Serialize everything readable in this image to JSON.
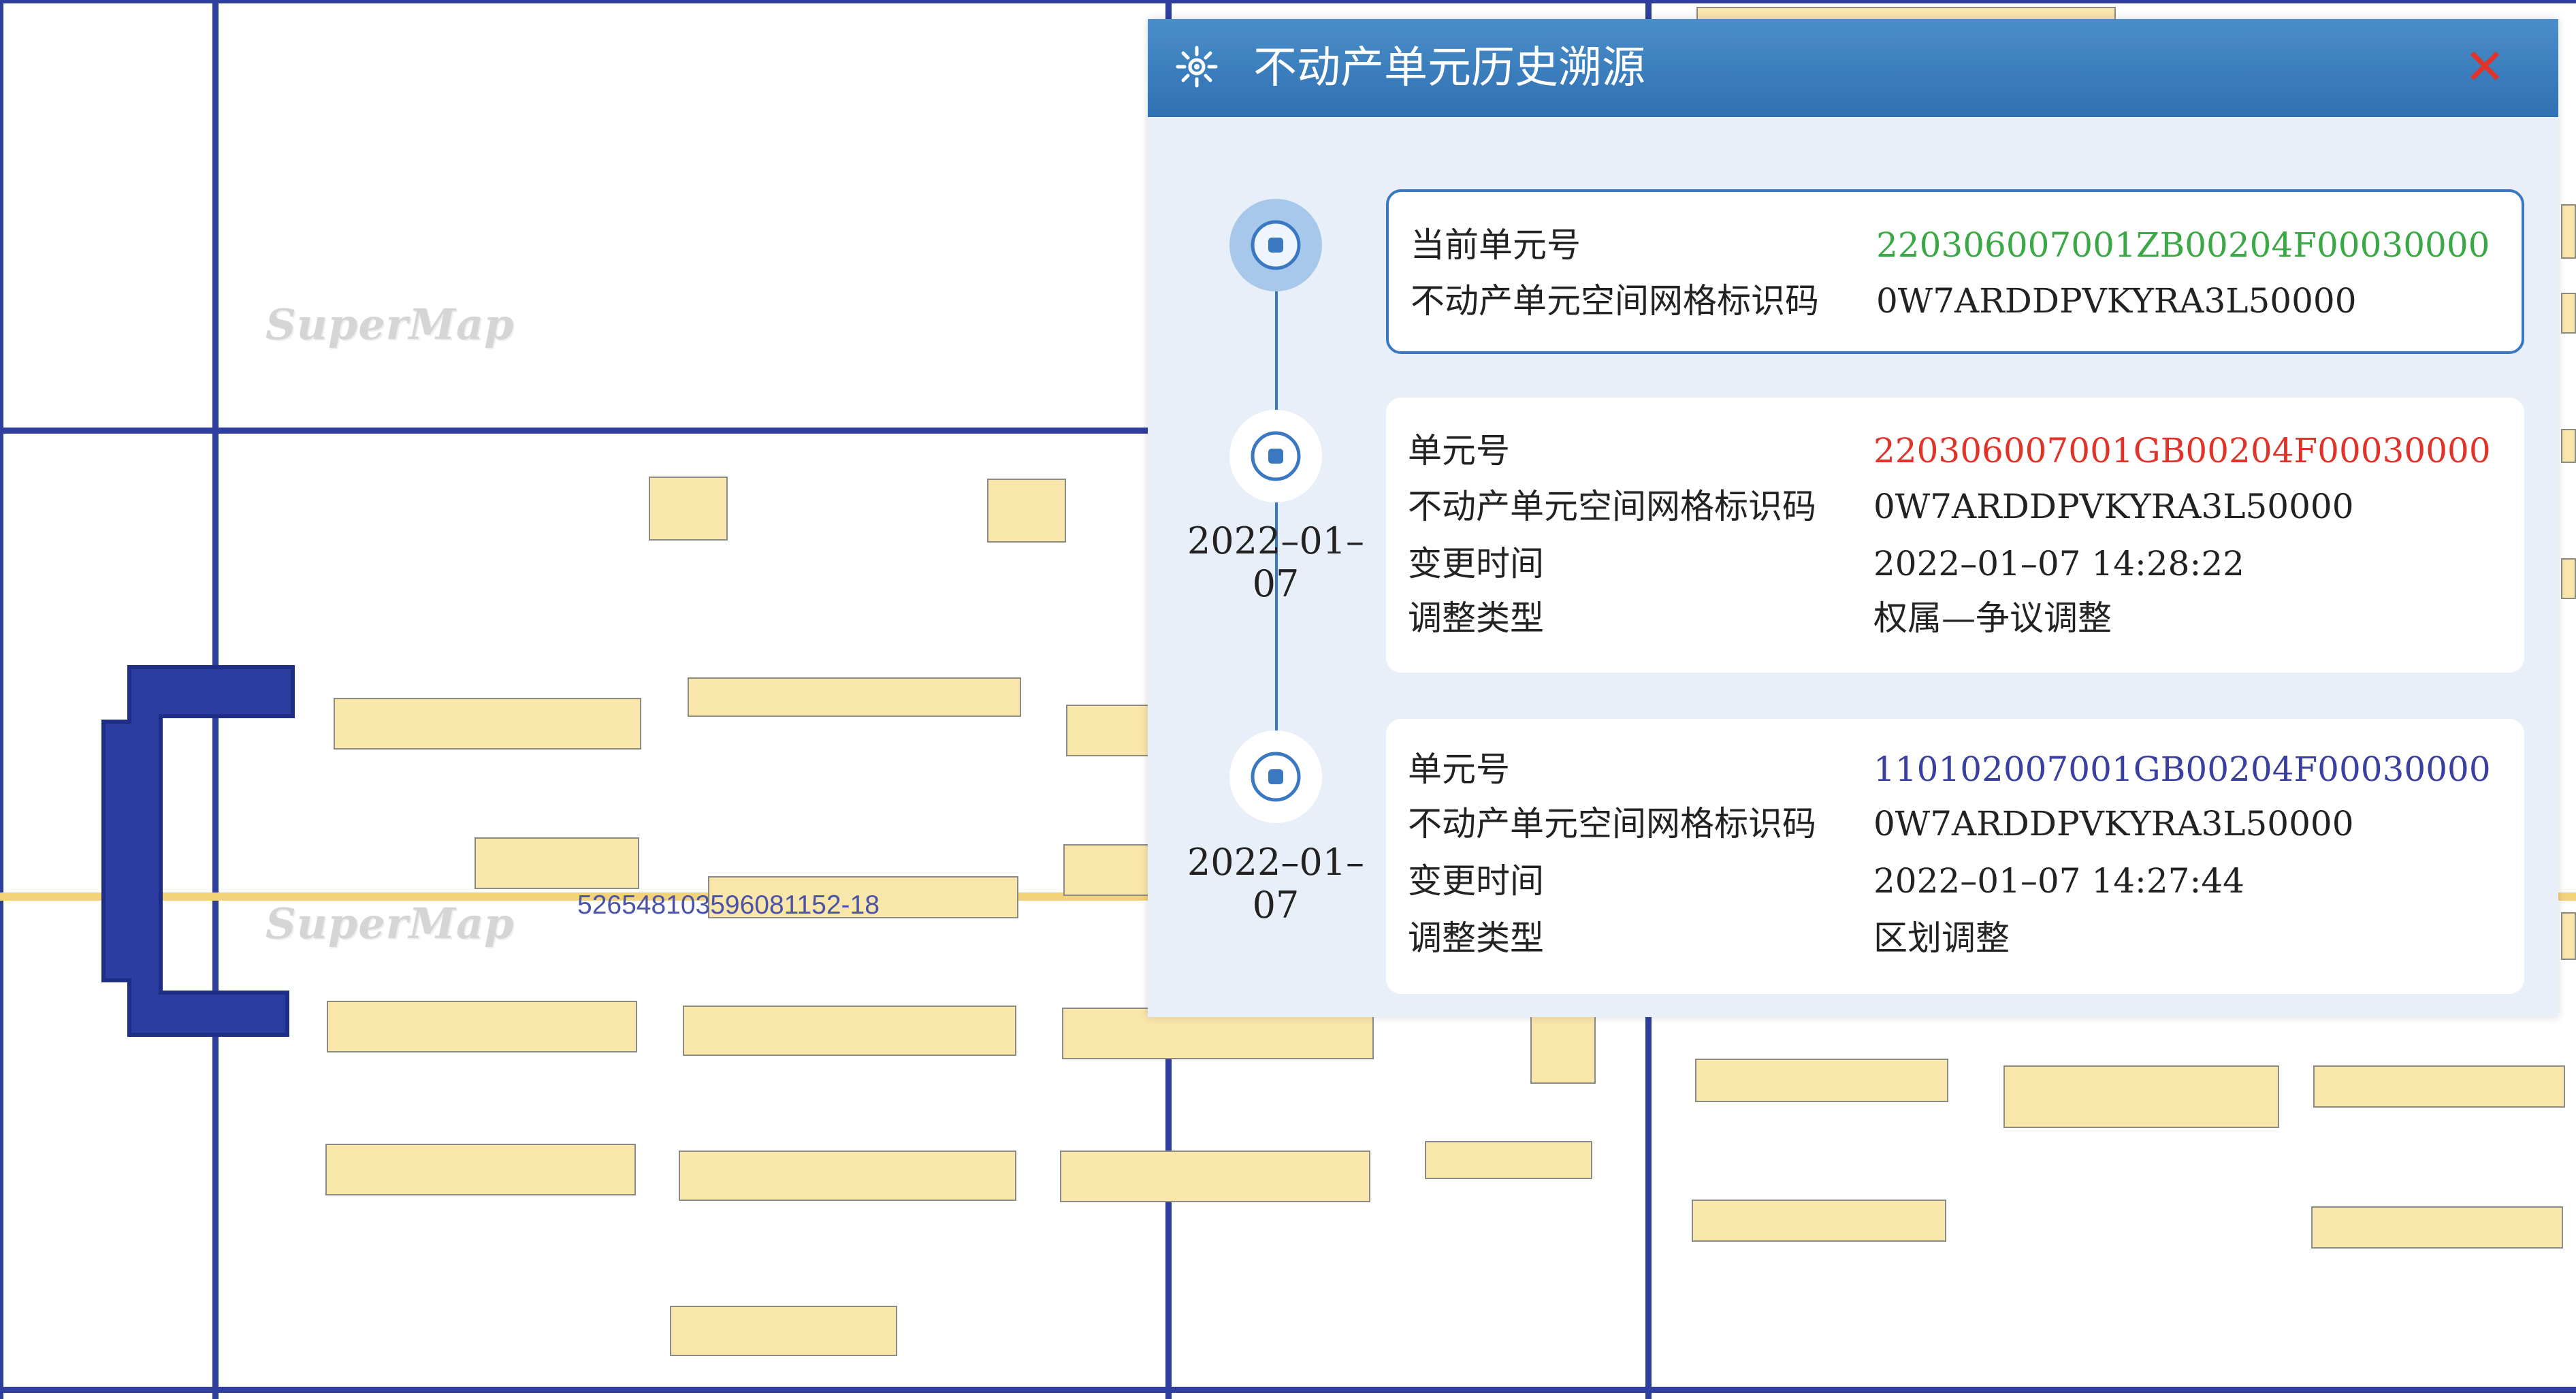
{
  "map": {
    "watermark": "SuperMap",
    "label": "526548103596081152-18"
  },
  "popup": {
    "title": "不动产单元历史溯源",
    "icon": "gear-icon",
    "close_icon": "close-icon",
    "current": {
      "unit_no_label": "当前单元号",
      "unit_no": "220306007001ZB00204F00030000",
      "unit_no_color": "#3aa844",
      "grid_code_label": "不动产单元空间网格标识码",
      "grid_code": "0W7ARDDPVKYRA3L50000"
    },
    "history": [
      {
        "date": "2022–01–07",
        "unit_no_label": "单元号",
        "unit_no": "220306007001GB00204F00030000",
        "unit_no_color": "#e0342b",
        "grid_code_label": "不动产单元空间网格标识码",
        "grid_code": "0W7ARDDPVKYRA3L50000",
        "change_time_label": "变更时间",
        "change_time": "2022–01–07 14:28:22",
        "adjust_type_label": "调整类型",
        "adjust_type": "权属—争议调整"
      },
      {
        "date": "2022–01–07",
        "unit_no_label": "单元号",
        "unit_no": "110102007001GB00204F00030000",
        "unit_no_color": "#3a3fa0",
        "grid_code_label": "不动产单元空间网格标识码",
        "grid_code": "0W7ARDDPVKYRA3L50000",
        "change_time_label": "变更时间",
        "change_time": "2022–01–07 14:27:44",
        "adjust_type_label": "调整类型",
        "adjust_type": "区划调整"
      }
    ]
  }
}
